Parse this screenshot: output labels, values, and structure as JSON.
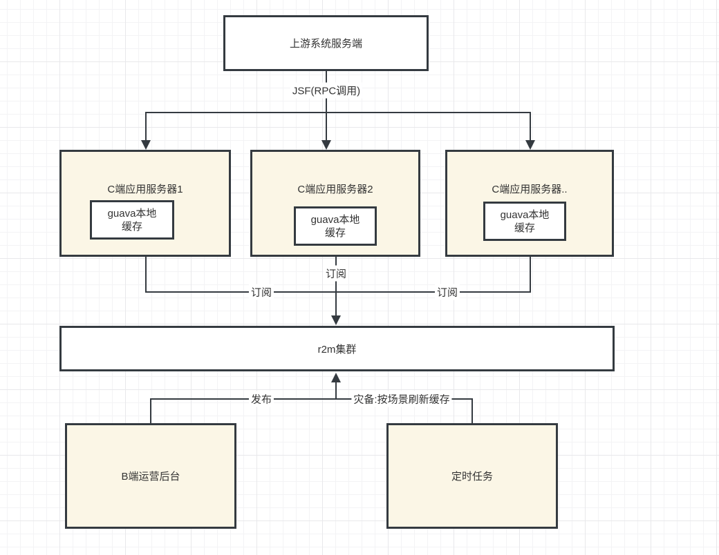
{
  "colors": {
    "stroke": "#343a40",
    "text": "#333333",
    "cream_fill": "#fbf6e6",
    "white_fill": "#ffffff",
    "grid_minor": "#f3f3f5",
    "grid_major": "#e8e8eb"
  },
  "nodes": {
    "upstream": {
      "label": "上游系统服务端"
    },
    "app1": {
      "label": "C端应用服务器1",
      "cache": {
        "line1": "guava本地",
        "line2": "缓存"
      }
    },
    "app2": {
      "label": "C端应用服务器2",
      "cache": {
        "line1": "guava本地",
        "line2": "缓存"
      }
    },
    "app3": {
      "label": "C端应用服务器..",
      "cache": {
        "line1": "guava本地",
        "line2": "缓存"
      }
    },
    "r2m": {
      "label": "r2m集群"
    },
    "admin": {
      "label": "B端运营后台"
    },
    "cron": {
      "label": "定时任务"
    }
  },
  "edge_labels": {
    "rpc": "JSF(RPC调用)",
    "subscribe_center": "订阅",
    "subscribe_left": "订阅",
    "subscribe_right": "订阅",
    "publish": "发布",
    "disaster": "灾备:按场景刷新缓存"
  }
}
